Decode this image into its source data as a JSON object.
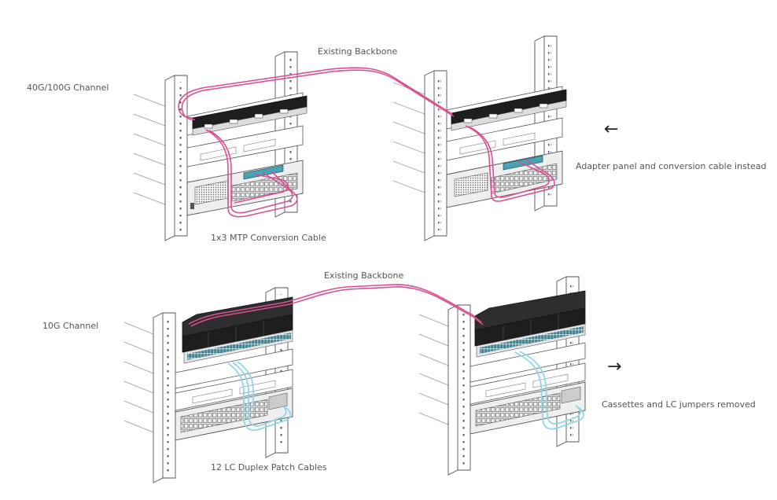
{
  "labels": {
    "top_backbone": "Existing Backbone",
    "top_channel": "40G/100G Channel",
    "top_cable": "1x3 MTP Conversion Cable",
    "top_note": "Adapter panel and conversion cable instead",
    "bottom_backbone": "Existing Backbone",
    "bottom_channel": "10G Channel",
    "bottom_cable": "12 LC Duplex Patch Cables",
    "bottom_note": "Cassettes and LC jumpers removed"
  },
  "icons": {
    "top_arrow": "arrow-left-icon",
    "bottom_arrow": "arrow-right-icon"
  },
  "colors": {
    "mtp_cable": "#d94f92",
    "lc_cable": "#8fd6e6",
    "rack_line": "#555555",
    "panel_dark": "#1e1e1e"
  }
}
